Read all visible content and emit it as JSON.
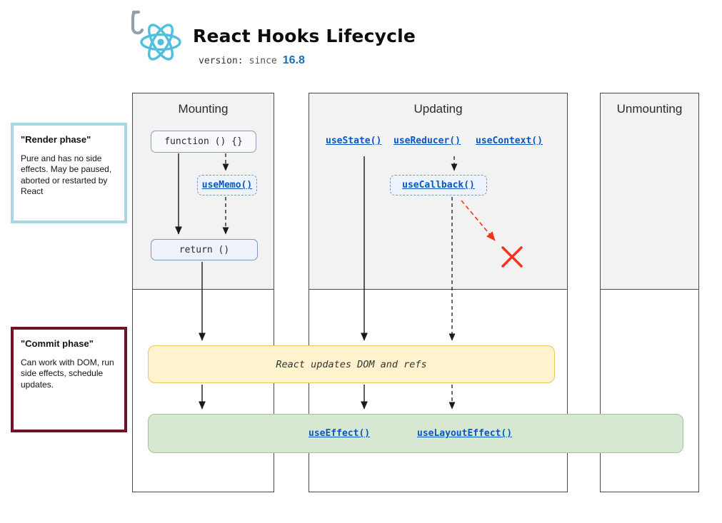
{
  "header": {
    "title": "React Hooks Lifecycle",
    "version_label": "version:",
    "version_since": "since",
    "version_value": "16.8"
  },
  "columns": {
    "mounting": "Mounting",
    "updating": "Updating",
    "unmounting": "Unmounting"
  },
  "nodes": {
    "function_box": "function () {}",
    "use_memo": "useMemo()",
    "return_box": "return ()",
    "use_state": "useState()",
    "use_reducer": "useReducer()",
    "use_context": "useContext()",
    "use_callback": "useCallback()",
    "dom_update": "React updates DOM and refs",
    "use_effect": "useEffect()",
    "use_layout_effect": "useLayoutEffect()"
  },
  "notes": {
    "render_phase": {
      "title": "\"Render phase\"",
      "body": "Pure and has no side effects. May be paused, aborted or restarted by React"
    },
    "commit_phase": {
      "title": "\"Commit phase\"",
      "body": "Can work with DOM, run side effects, schedule updates."
    }
  },
  "colors": {
    "react_cyan": "#4fc0dd",
    "link_blue": "#0957c3",
    "version_blue": "#1a6fb5",
    "column_fill": "#f2f2f2",
    "yellow_fill": "#fff3cd",
    "green_fill": "#d6e8d2",
    "error_red": "#f5331c",
    "render_note_border": "#a9d6e5",
    "commit_note_border": "#731226"
  }
}
